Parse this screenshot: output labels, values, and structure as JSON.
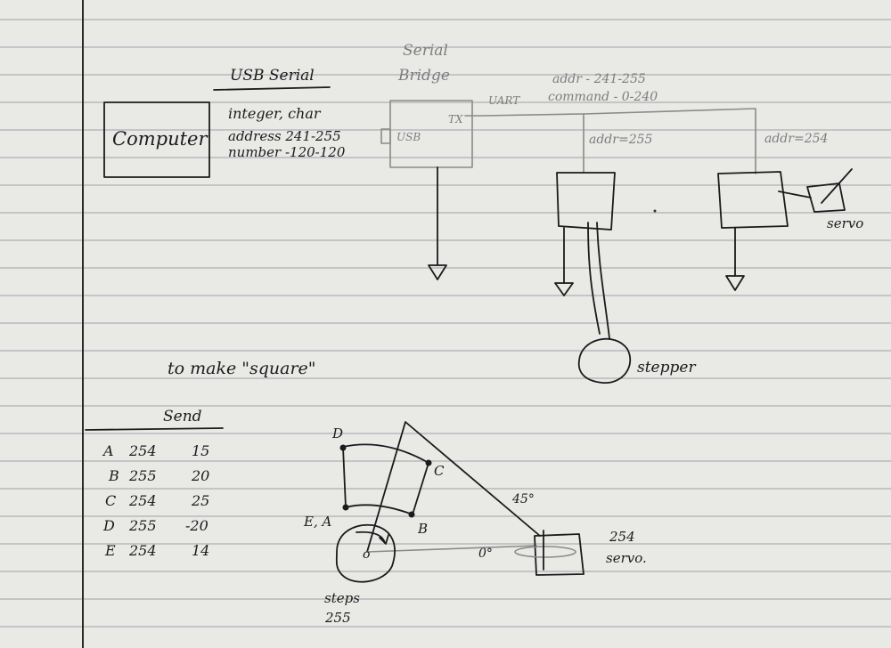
{
  "top": {
    "computer_label": "Computer",
    "usb_serial_title": "USB Serial",
    "usb_lines": [
      "integer, char",
      "address 241-255",
      "number -120-120"
    ],
    "bridge_title_1": "Serial",
    "bridge_title_2": "Bridge",
    "bridge_tx": "TX",
    "bridge_usb": "USB",
    "uart_label": "UART",
    "addr_range": "addr - 241-255",
    "command_range": "command - 0-240",
    "node_a_addr": "addr=255",
    "node_b_addr": "addr=254",
    "servo_label": "servo",
    "stepper_label": "stepper"
  },
  "bottom": {
    "heading": "to make \"square\"",
    "send_title": "Send",
    "send_rows": [
      {
        "point": "A",
        "addr": "254",
        "value": "15"
      },
      {
        "point": "B",
        "addr": "255",
        "value": "20"
      },
      {
        "point": "C",
        "addr": "254",
        "value": "25"
      },
      {
        "point": "D",
        "addr": "255",
        "value": "-20"
      },
      {
        "point": "E",
        "addr": "254",
        "value": "14"
      }
    ],
    "label_d": "D",
    "label_c": "C",
    "label_ea": "E, A",
    "label_b": "B",
    "angle_45": "45°",
    "angle_0": "0°",
    "servo_addr": "254",
    "servo_word": "servo.",
    "steps_word": "steps",
    "steps_value": "255",
    "center_o": "o"
  }
}
